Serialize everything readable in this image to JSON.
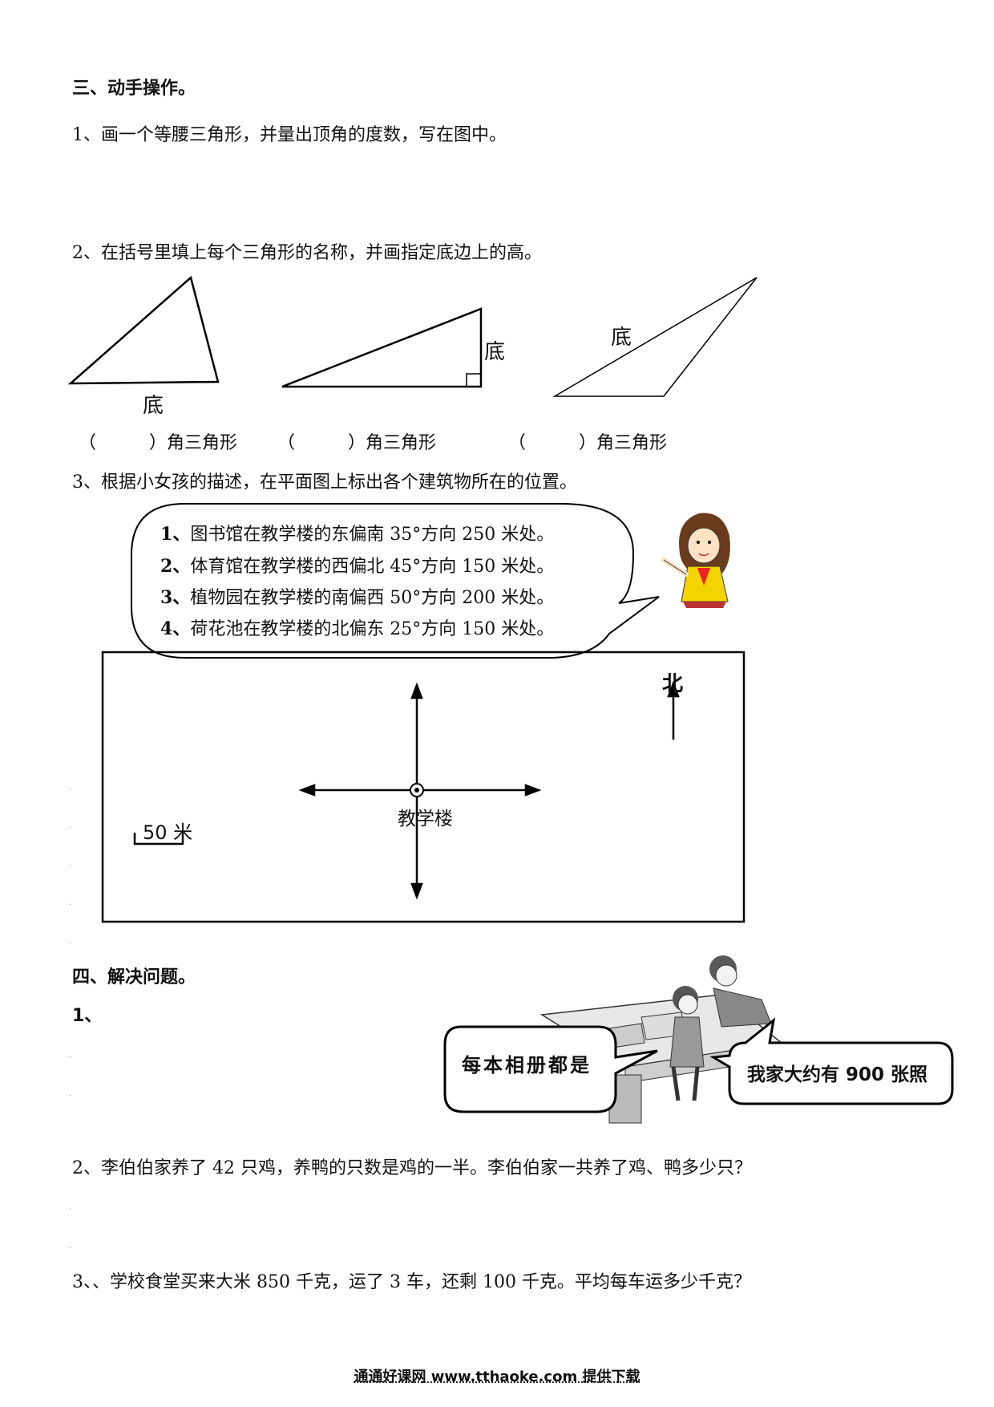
{
  "section3": {
    "heading": "三、动手操作。",
    "q1": "1、画一个等腰三角形，并量出顶角的度数，写在图中。",
    "q2": "2、在括号里填上每个三角形的名称，并画指定底边上的高。",
    "triangle_base_label": "底",
    "triangle_answers": [
      "（　　　）角三角形",
      "（　　　）角三角形",
      "（　　　）角三角形"
    ],
    "q3": "3、根据小女孩的描述，在平面图上标出各个建筑物所在的位置。",
    "bubble": [
      {
        "num": "1、",
        "text": "图书馆在教学楼的东偏南 35°方向 250 米处。"
      },
      {
        "num": "2、",
        "text": "体育馆在教学楼的西偏北 45°方向 150 米处。"
      },
      {
        "num": "3、",
        "text": "植物园在教学楼的南偏西 50°方向 200 米处。"
      },
      {
        "num": "4、",
        "text": "荷花池在教学楼的北偏东 25°方向 150 米处。"
      }
    ],
    "map": {
      "north": "北",
      "center": "教学楼",
      "scale": "50 米"
    }
  },
  "section4": {
    "heading": "四、解决问题。",
    "q1": "1、",
    "bubble_left": "每本相册都是",
    "bubble_right": "我家大约有 900 张照",
    "q2": "2、李伯伯家养了 42 只鸡，养鸭的只数是鸡的一半。李伯伯家一共养了鸡、鸭多少只？",
    "q3": "3、、学校食堂买来大米 850 千克，运了 3 车，还剩 100 千克。平均每车运多少千克？"
  },
  "footer": "通通好课网 www.tthaoke.com 提供下载"
}
